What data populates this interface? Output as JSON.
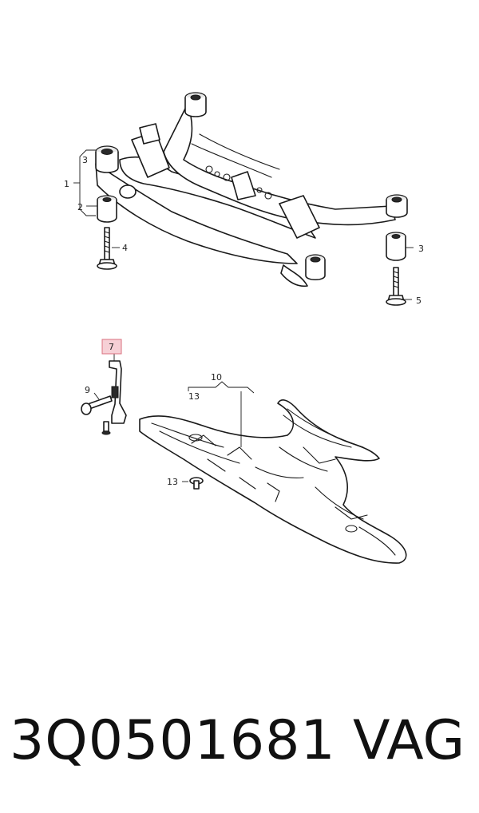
{
  "callouts": {
    "c1": "1",
    "c2": "2",
    "c3_left": "3",
    "c3_right": "3",
    "c4": "4",
    "c5": "5",
    "c7": "7",
    "c9": "9",
    "c10": "10",
    "c13_top": "13",
    "c13_bottom": "13"
  },
  "highlight_color": "#f6d0d6",
  "highlight_stroke": "#d9707f",
  "footer": {
    "part_number": "3Q0501681",
    "brand": "VAG"
  }
}
